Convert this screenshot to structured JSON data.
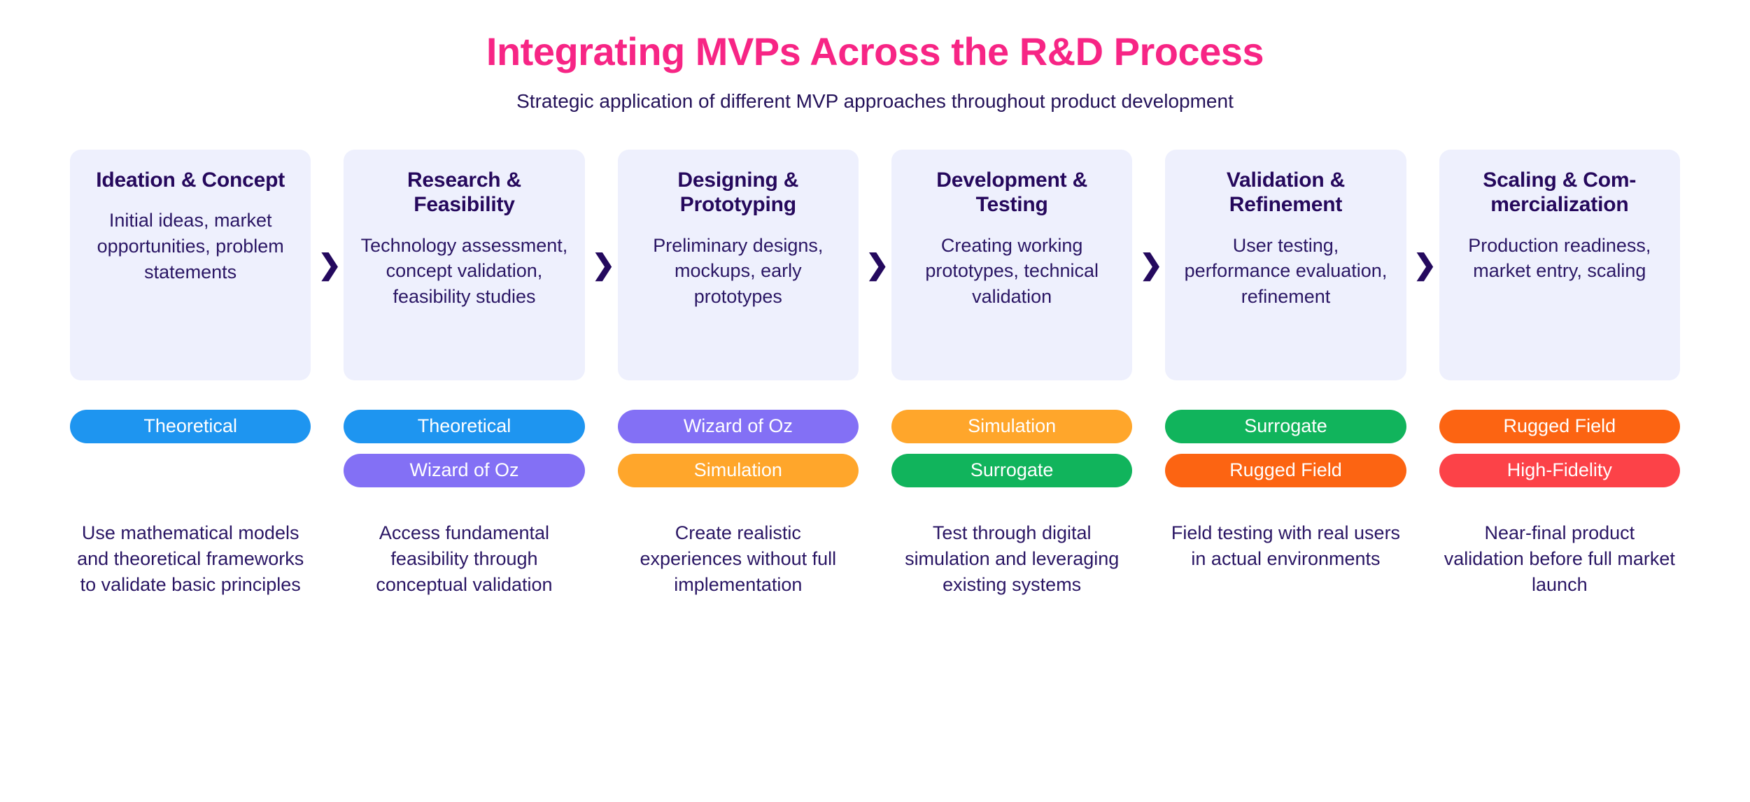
{
  "header": {
    "title": "Integrating MVPs Across the R&D Process",
    "subtitle": "Strategic application of different MVP approaches throughout product development",
    "title_color": "#F72585",
    "subtitle_color": "#241259"
  },
  "icons": {
    "chevron_right": "❯"
  },
  "palette": {
    "card_background": "#EEF0FD",
    "card_text": "#25085C",
    "chevron": "#24095E",
    "theoretical": "#1E95F0",
    "wizard_of_oz": "#8370F5",
    "simulation": "#FFA62B",
    "surrogate": "#11B45C",
    "rugged_field": "#FC6412",
    "high_fidelity": "#FC4248"
  },
  "stages": [
    {
      "title": "Ideation & Concept",
      "description": "Initial ideas, market opportunities, problem statements",
      "badges": [
        {
          "label": "Theoretical",
          "color": "#1E95F0"
        }
      ],
      "note": "Use mathematical models and theoretical frameworks to validate basic principles"
    },
    {
      "title": "Research & Feasibility",
      "description": "Technology assessment, concept validation, feasibility studies",
      "badges": [
        {
          "label": "Theoretical",
          "color": "#1E95F0"
        },
        {
          "label": "Wizard of Oz",
          "color": "#8370F5"
        }
      ],
      "note": "Access fundamental feasibility through conceptual validation"
    },
    {
      "title": "Designing & Prototyping",
      "description": "Preliminary designs, mockups, early prototypes",
      "badges": [
        {
          "label": "Wizard of Oz",
          "color": "#8370F5"
        },
        {
          "label": "Simulation",
          "color": "#FFA62B"
        }
      ],
      "note": "Create realistic experiences without full implementation"
    },
    {
      "title": "Development & Testing",
      "description": "Creating working prototypes, technical validation",
      "badges": [
        {
          "label": "Simulation",
          "color": "#FFA62B"
        },
        {
          "label": "Surrogate",
          "color": "#11B45C"
        }
      ],
      "note": "Test through digital simulation and leveraging existing systems"
    },
    {
      "title": "Validation & Refinement",
      "description": "User testing, performance evaluation, refinement",
      "badges": [
        {
          "label": "Surrogate",
          "color": "#11B45C"
        },
        {
          "label": "Rugged Field",
          "color": "#FC6412"
        }
      ],
      "note": "Field testing with real users in actual environments"
    },
    {
      "title": "Scaling & Com­mercialization",
      "description": "Production readiness, market entry, scaling",
      "badges": [
        {
          "label": "Rugged Field",
          "color": "#FC6412"
        },
        {
          "label": "High-Fidelity",
          "color": "#FC4248"
        }
      ],
      "note": "Near-final product validation before full market launch"
    }
  ]
}
